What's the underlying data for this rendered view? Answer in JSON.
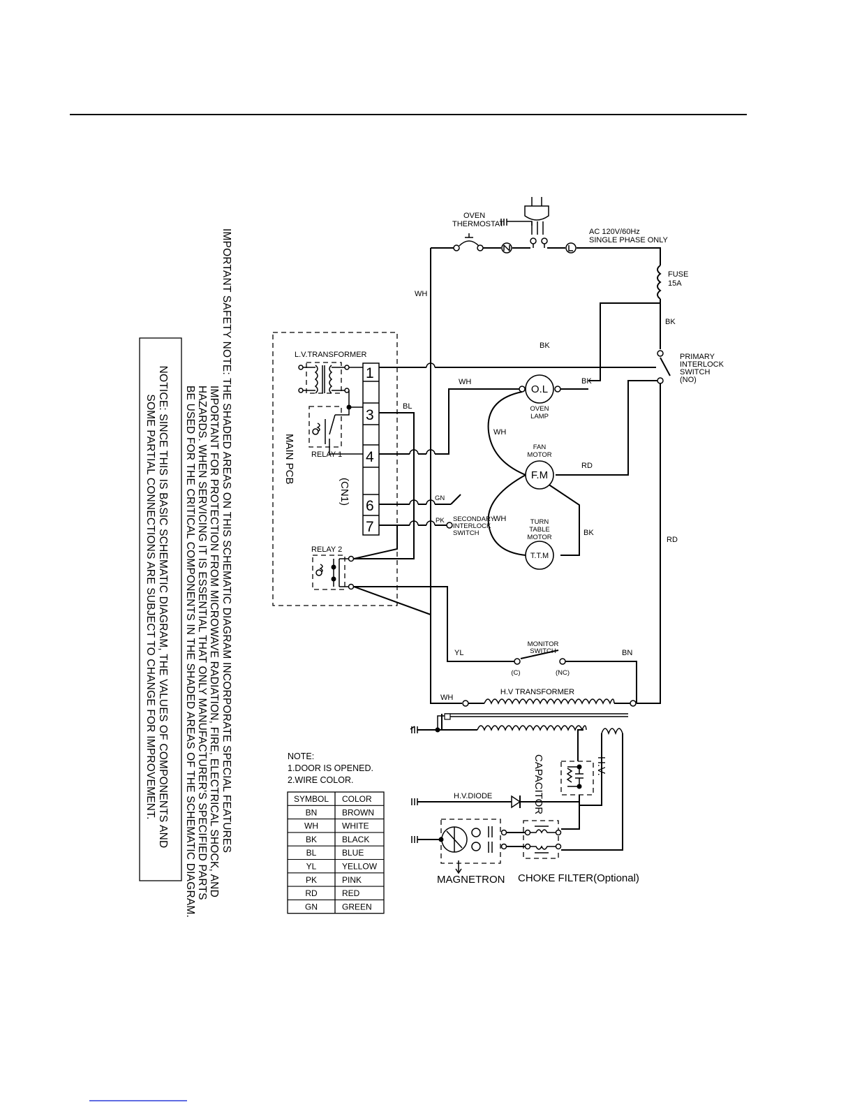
{
  "labels": {
    "oven_thermostat": [
      "OVEN",
      "THERMOSTAT"
    ],
    "ac_supply": [
      "AC 120V/60Hz",
      "SINGLE PHASE ONLY"
    ],
    "fuse": [
      "FUSE",
      "15A"
    ],
    "primary_interlock": [
      "PRIMARY",
      "INTERLOCK",
      "SWITCH",
      "(NO)"
    ],
    "lv_transformer": "L.V.TRANSFORMER",
    "relay1": "RELAY 1",
    "relay2": "RELAY 2",
    "main_pcb": "MAIN PCB",
    "cn1": "(CN1)",
    "cn_pins": [
      "1",
      "3",
      "4",
      "6",
      "7"
    ],
    "oven_lamp_symbol": "O.L",
    "oven_lamp": [
      "OVEN",
      "LAMP"
    ],
    "fan_motor": [
      "FAN",
      "MOTOR"
    ],
    "fan_motor_symbol": "F.M",
    "turn_table_motor": [
      "TURN",
      "TABLE",
      "MOTOR"
    ],
    "ttm_symbol": "T.T.M",
    "secondary_interlock": [
      "SECONDARY",
      "INTERLOCK",
      "SWITCH"
    ],
    "monitor_switch": [
      "MONITOR",
      "SWITCH"
    ],
    "monitor_c": "(C)",
    "monitor_nc": "(NC)",
    "hv_transformer": "H.V TRANSFORMER",
    "hv_capacitor": [
      "H.V.",
      "CAPACITOR"
    ],
    "hv_diode": "H.V.DIODE",
    "magnetron": "MAGNETRON",
    "choke_filter": "CHOKE FILTER(Optional)",
    "wires": {
      "wh_left": "WH",
      "bk_fuse": "BK",
      "bk_top": "BK",
      "wh_pin4": "WH",
      "bk_lamp": "BK",
      "bl": "BL",
      "wh_lamp_fan": "WH",
      "rd_fan": "RD",
      "gn": "GN",
      "pk": "PK",
      "wh_fan_ttm": "WH",
      "bk_ttm": "BK",
      "rd_right": "RD",
      "yl": "YL",
      "bn": "BN",
      "wh_hv": "WH"
    }
  },
  "note": {
    "title": "NOTE:",
    "lines": [
      "1.DOOR IS OPENED.",
      "2.WIRE COLOR."
    ]
  },
  "wire_table": {
    "headers": [
      "SYMBOL",
      "COLOR"
    ],
    "rows": [
      [
        "BN",
        "BROWN"
      ],
      [
        "WH",
        "WHITE"
      ],
      [
        "BK",
        "BLACK"
      ],
      [
        "BL",
        "BLUE"
      ],
      [
        "YL",
        "YELLOW"
      ],
      [
        "PK",
        "PINK"
      ],
      [
        "RD",
        "RED"
      ],
      [
        "GN",
        "GREEN"
      ]
    ]
  },
  "safety_note": [
    "IMPORTANT SAFETY NOTE: THE SHADED AREAS ON THIS SCHEMATIC DIAGRAM INCORPORATE SPECIAL FEATURES",
    "IMPORTANT FOR PROTECTION FROM MICROWAVE RADIATION, FIRE, ELECTRICAL SHOCK, AND",
    "HAZARDS. WHEN SERVICING IT IS ESSENTIAL THAT ONLY MANUFACTURER'S SPECIFIED PARTS",
    "BE USED FOR THE CRITICAL COMPONENTS IN THE SHADED AREAS OF THE SCHEMATIC DIAGRAM."
  ],
  "notice": [
    "NOTICE: SINCE THIS IS BASIC SCHEMATIC DIAGRAM, THE VALUES OF COMPONENTS AND",
    "SOME PARTIAL CONNECTIONS ARE SUBJECT TO CHANGE FOR IMPROVEMENT."
  ]
}
